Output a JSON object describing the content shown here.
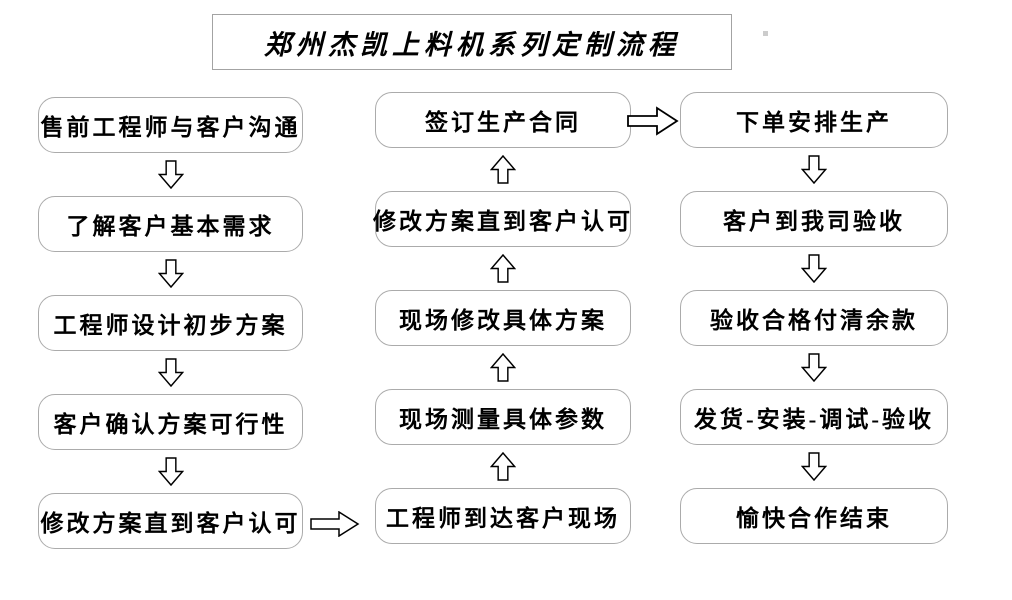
{
  "title": "郑州杰凯上料机系列定制流程",
  "flow": {
    "left": {
      "arrow_direction": "down",
      "steps": [
        "售前工程师与客户沟通",
        "了解客户基本需求",
        "工程师设计初步方案",
        "客户确认方案可行性",
        "修改方案直到客户认可"
      ]
    },
    "middle": {
      "arrow_direction": "up",
      "steps": [
        "签订生产合同",
        "修改方案直到客户认可",
        "现场修改具体方案",
        "现场测量具体参数",
        "工程师到达客户现场"
      ]
    },
    "right": {
      "arrow_direction": "down",
      "steps": [
        "下单安排生产",
        "客户到我司验收",
        "验收合格付清余款",
        "发货-安装-调试-验收",
        "愉快合作结束"
      ]
    }
  },
  "connectors": [
    {
      "from": "修改方案直到客户认可",
      "to": "工程师到达客户现场",
      "direction": "right"
    },
    {
      "from": "签订生产合同",
      "to": "下单安排生产",
      "direction": "right"
    }
  ],
  "icons": {
    "arrow_down": "hollow block arrow pointing down",
    "arrow_up": "hollow block arrow pointing up",
    "arrow_right": "hollow block arrow pointing right"
  },
  "colors": {
    "background": "#ffffff",
    "box_border": "#ababab",
    "box_fill": "#ffffff",
    "text": "#000000",
    "arrow_outline": "#000000",
    "arrow_fill": "#ffffff"
  }
}
